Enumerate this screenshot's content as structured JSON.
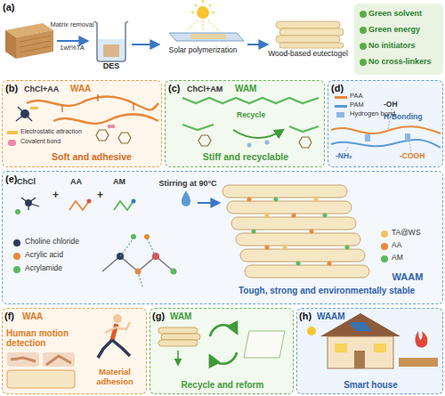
{
  "diagram": {
    "nodes": [
      {
        "text": [
          "DES"
        ]
      },
      {
        "text": [
          "Solar polymerization"
        ]
      },
      {
        "text": [
          "Wood-based eutectogel"
        ]
      },
      {
        "text": [
          "Green solvent",
          "Green energy",
          "No initiators",
          "No cross-linkers"
        ]
      },
      {
        "text": [
          "(b)",
          "ChCl+AA",
          "WAA",
          "Soft and adhesive"
        ]
      },
      {
        "text": [
          "(c)",
          "ChCl+AM",
          "WAM",
          "Recycle",
          "Stiff and recyclable"
        ]
      },
      {
        "text": [
          "(d)",
          "-OH",
          "H-Bonding",
          "-NH₂",
          "-COOH"
        ]
      },
      {
        "text": [
          "(e)",
          "ChCl",
          "+",
          "AA",
          "+",
          "AM",
          "Stirring at 90°C",
          "WAAM",
          "Tough, strong and environmentally stable"
        ]
      },
      {
        "text": [
          "(f)",
          "WAA",
          "Human motion detection",
          "Material adhesion"
        ]
      },
      {
        "text": [
          "(g)",
          "WAM",
          "Recycle and reform"
        ]
      },
      {
        "text": [
          "(h)",
          "WAAM",
          "Smart house"
        ]
      }
    ],
    "edges": [
      {
        "from": 0,
        "to": 1,
        "arrow": "to"
      },
      {
        "from": 1,
        "to": 2,
        "arrow": "to"
      }
    ],
    "labels": [
      "(a)",
      "Matrix removal",
      "1wt%TA"
    ],
    "legend": [
      {
        "text": "Electrostatic attraction",
        "color": "#f2c14e"
      },
      {
        "text": "Covalent bond",
        "color": "#e98aa6"
      },
      {
        "text": "PAA",
        "color": "#e8893a"
      },
      {
        "text": "PAM",
        "color": "#5a9bd5"
      },
      {
        "text": "Hydrogen bond",
        "color": "#8fb8e8"
      },
      {
        "text": "Choline chloride",
        "color": "#2f3a5a"
      },
      {
        "text": "Acrylic acid",
        "color": "#e8893a"
      },
      {
        "text": "Acrylamide",
        "color": "#5cb85c"
      },
      {
        "text": "TA@WS",
        "color": "#f0c75e"
      },
      {
        "text": "AA",
        "color": "#e8893a"
      },
      {
        "text": "AM",
        "color": "#5cb85c"
      }
    ]
  }
}
